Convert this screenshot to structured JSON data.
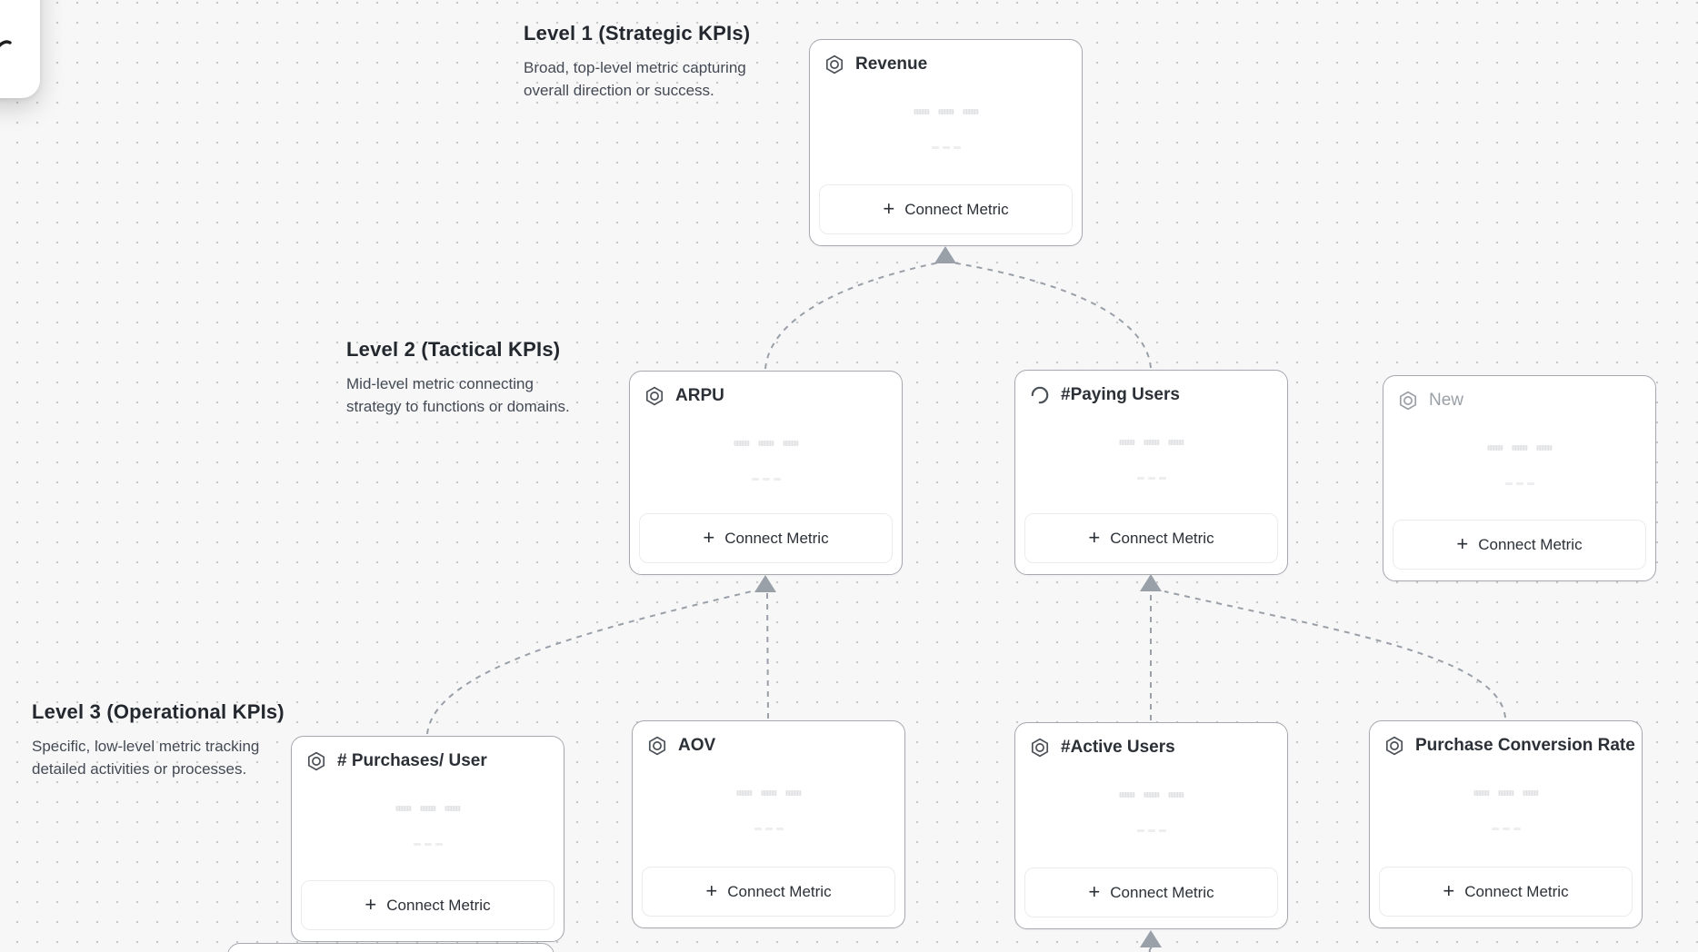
{
  "colors": {
    "canvas_bg": "#f7f7f8",
    "dot": "#c6c7c9",
    "card_bg": "#ffffff",
    "card_border": "#a6a9ae",
    "title_text": "#2b3037",
    "muted_text": "#9aa0a6",
    "body_text": "#434a53",
    "heading_text": "#23272e",
    "connector": "#9aa0a8",
    "button_border": "#ebebed"
  },
  "strings": {
    "connect_metric": "Connect Metric",
    "plus_icon": "+"
  },
  "levels": [
    {
      "title": "Level 1 (Strategic KPIs)",
      "description": "Broad, top-level metric capturing overall direction or success."
    },
    {
      "title": "Level 2 (Tactical KPIs)",
      "description": "Mid-level metric connecting strategy to functions or domains."
    },
    {
      "title": "Level 3 (Operational KPIs)",
      "description": "Specific, low-level metric tracking detailed activities or processes."
    }
  ],
  "cards": {
    "revenue": {
      "title": "Revenue",
      "icon": "hexagon-metric-icon",
      "level": 1
    },
    "arpu": {
      "title": "ARPU",
      "icon": "hexagon-metric-icon",
      "level": 2
    },
    "paying_users": {
      "title": "#Paying Users",
      "icon": "spinner-icon",
      "level": 2
    },
    "new": {
      "title": "New",
      "icon": "hexagon-metric-icon",
      "level": 2,
      "state": "placeholder"
    },
    "purchases_user": {
      "title": "# Purchases/ User",
      "icon": "hexagon-metric-icon",
      "level": 3
    },
    "aov": {
      "title": "AOV",
      "icon": "hexagon-metric-icon",
      "level": 3
    },
    "active_users": {
      "title": "#Active Users",
      "icon": "hexagon-metric-icon",
      "level": 3
    },
    "pcr": {
      "title": "Purchase Conversion Rate",
      "icon": "hexagon-metric-icon",
      "level": 3
    }
  },
  "connections": [
    {
      "from": "arpu",
      "to": "revenue"
    },
    {
      "from": "paying_users",
      "to": "revenue"
    },
    {
      "from": "purchases_user",
      "to": "arpu"
    },
    {
      "from": "aov",
      "to": "arpu"
    },
    {
      "from": "active_users",
      "to": "paying_users"
    },
    {
      "from": "pcr",
      "to": "paying_users"
    },
    {
      "from": "offscreen-below",
      "to": "active_users"
    }
  ]
}
